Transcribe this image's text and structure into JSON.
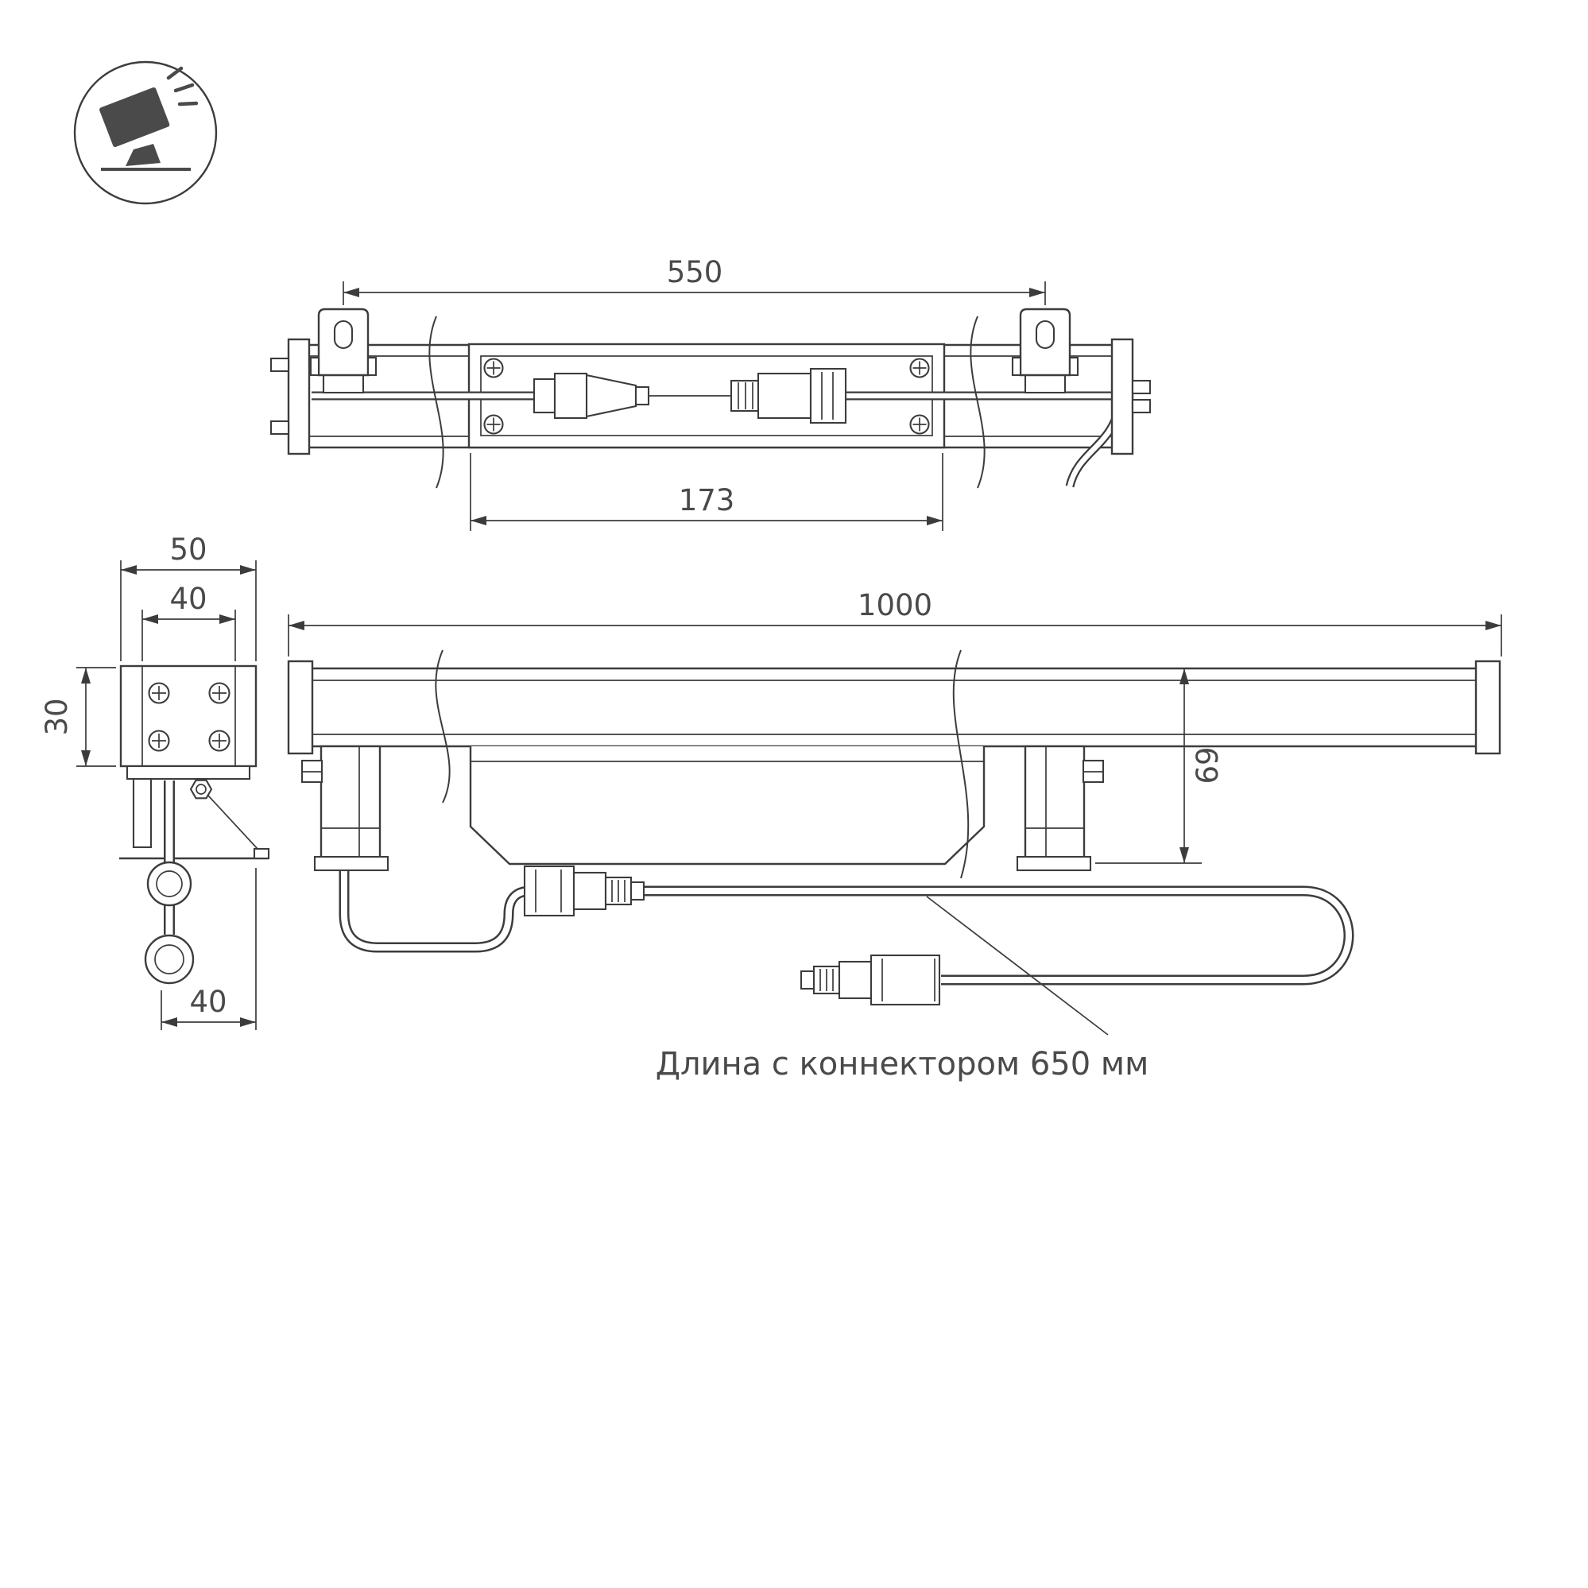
{
  "drawing": {
    "icon": "tilted-floodlight-icon",
    "colors": {
      "line": "#3c3c3c",
      "text": "#4a4a4a",
      "background": "#ffffff"
    },
    "top_view": {
      "dim_mount_span": "550",
      "dim_module_length": "173"
    },
    "side_view": {
      "dim_outer_width": "50",
      "dim_inner_width": "40",
      "dim_profile_height": "30",
      "dim_depth": "40"
    },
    "front_view": {
      "dim_overall_length": "1000",
      "dim_overall_height": "69"
    },
    "note": {
      "connector_length": "Длина с коннектором 650 мм"
    }
  }
}
